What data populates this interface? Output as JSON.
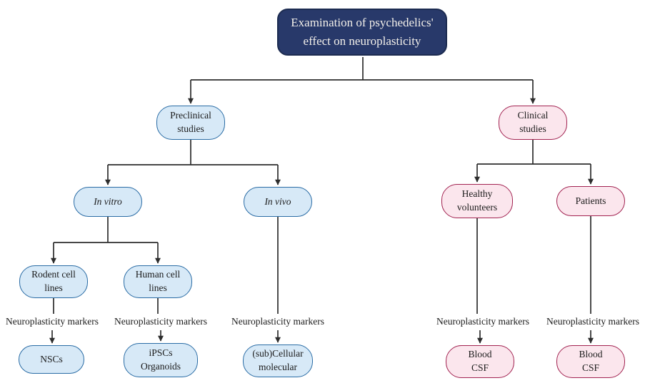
{
  "diagram": {
    "title": "Examination of psychedelics'\neffect on neuroplasticity",
    "nodes": {
      "preclinical": "Preclinical\nstudies",
      "clinical": "Clinical\nstudies",
      "in_vitro": "In vitro",
      "in_vivo": "In vivo",
      "healthy_volunteers": "Healthy\nvolunteers",
      "patients": "Patients",
      "rodent_cell_lines": "Rodent cell\nlines",
      "human_cell_lines": "Human cell\nlines",
      "nscs": "NSCs",
      "ipscs_organoids": "iPSCs\nOrganoids",
      "subcellular_molecular": "(sub)Cellular\nmolecular",
      "blood_csf": "Blood\nCSF"
    },
    "marker_label": "Neuroplasticity markers",
    "colors": {
      "title_fill": "#28396a",
      "title_border": "#1c2b50",
      "title_text": "#f2efe9",
      "blue_fill": "#d7e9f7",
      "blue_border": "#2a6ca5",
      "pink_fill": "#fbe6ed",
      "pink_border": "#a22351",
      "connector": "#2d2d2d",
      "text": "#1b1b1b"
    }
  }
}
